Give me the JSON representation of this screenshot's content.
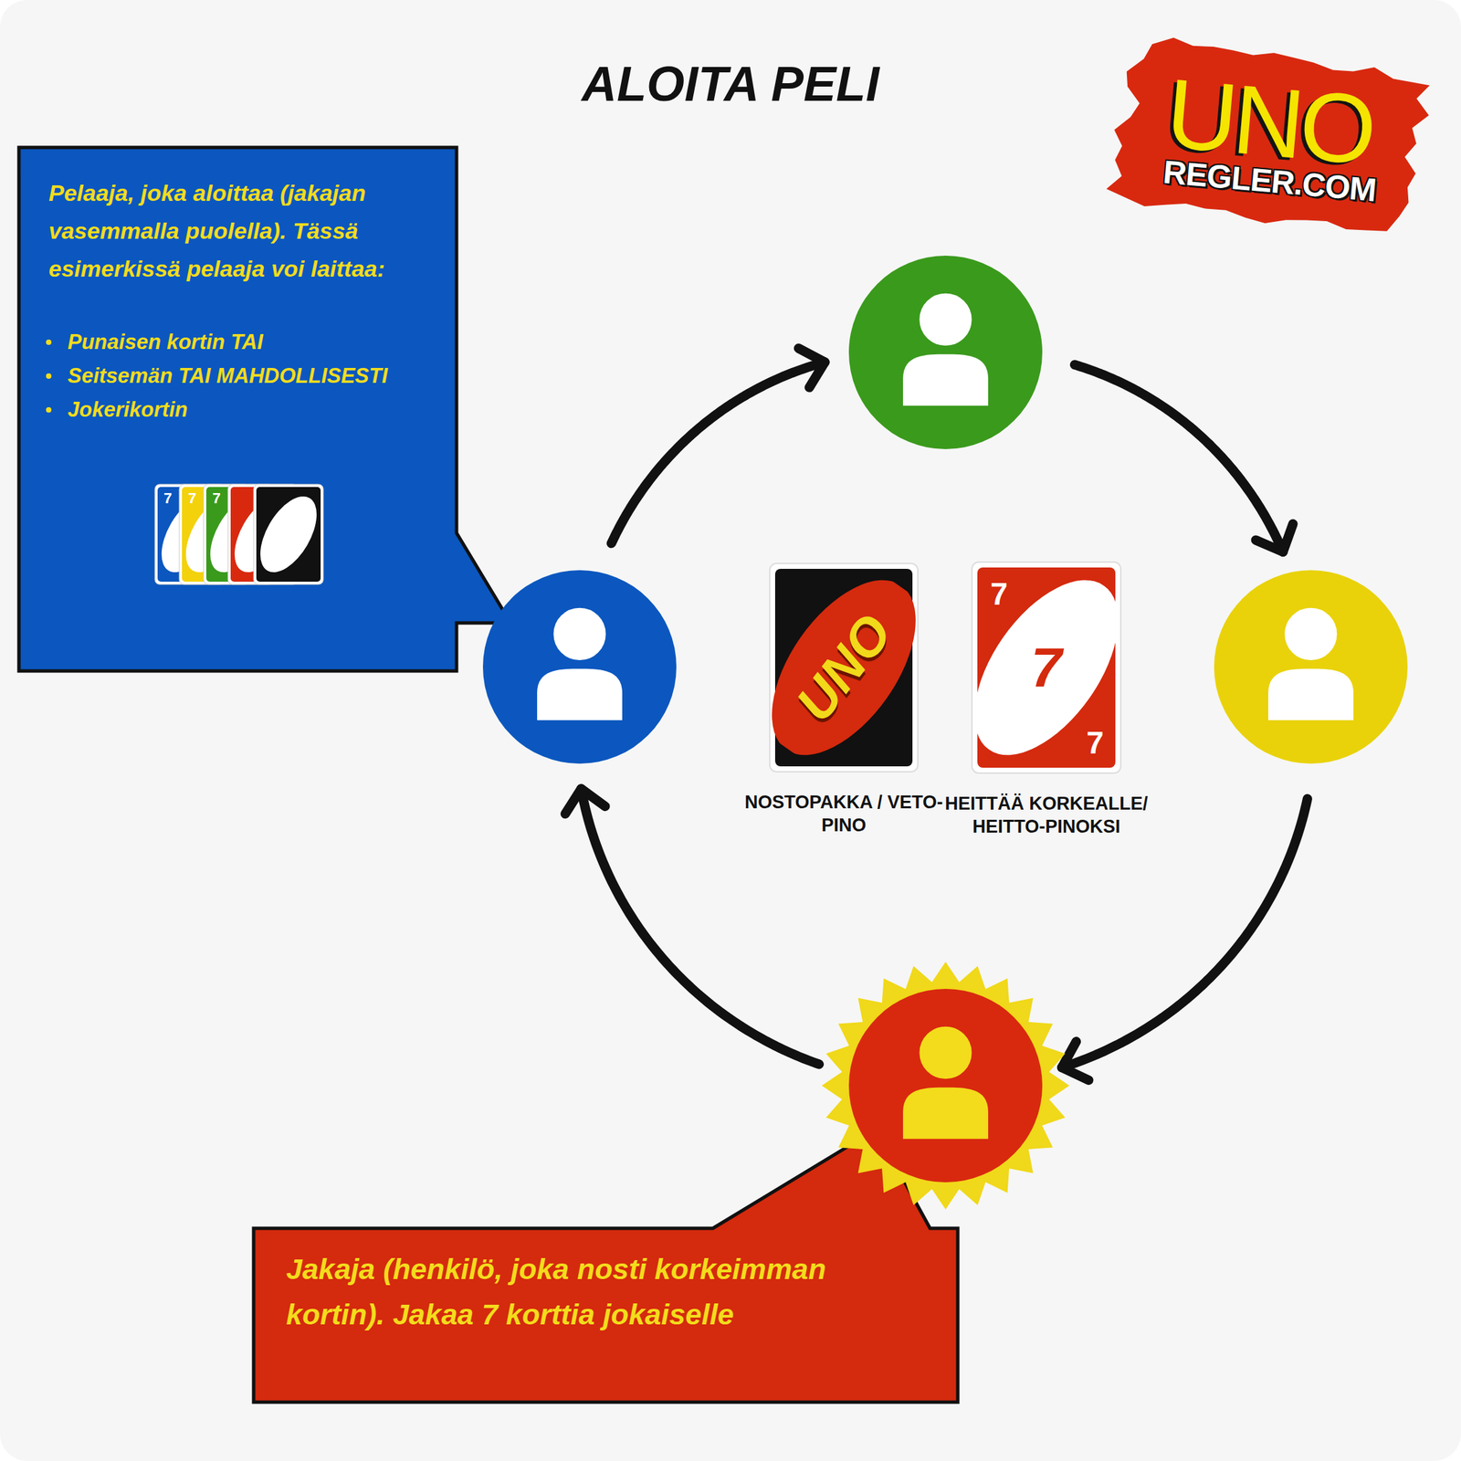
{
  "diagram": {
    "title": "ALOITA PELI",
    "nodes": [
      {
        "text": [
          "UNO",
          "REGLER.COM"
        ]
      },
      {
        "text": [
          "Pelaaja, joka aloittaa (jakajan vasemmalla puolella). Tässä esimerkissä pelaaja voi laittaa:",
          "Punaisen kortin TAI",
          "Seitsemän TAI MAHDOLLISESTI",
          "Jokerikortin"
        ]
      },
      {
        "text": []
      },
      {
        "text": []
      },
      {
        "text": [
          "UNO",
          "NOSTOPAKKA / VETO-PINO"
        ]
      },
      {
        "text": [
          "7",
          "7",
          "7",
          "HEITTÄÄ KORKEALLE/ HEITTO-PINOKSI"
        ]
      },
      {
        "text": []
      },
      {
        "text": []
      },
      {
        "text": [
          "Jakaja (henkilö, joka nosti korkeimman kortin). Jakaa 7 korttia jokaiselle"
        ]
      }
    ],
    "edges": [
      {
        "from": 3,
        "to": 2,
        "arrow": "to"
      },
      {
        "from": 2,
        "to": 6,
        "arrow": "to"
      },
      {
        "from": 6,
        "to": 7,
        "arrow": "to"
      },
      {
        "from": 7,
        "to": 3,
        "arrow": "to"
      }
    ],
    "labels": [
      "7",
      "7",
      "7"
    ]
  }
}
